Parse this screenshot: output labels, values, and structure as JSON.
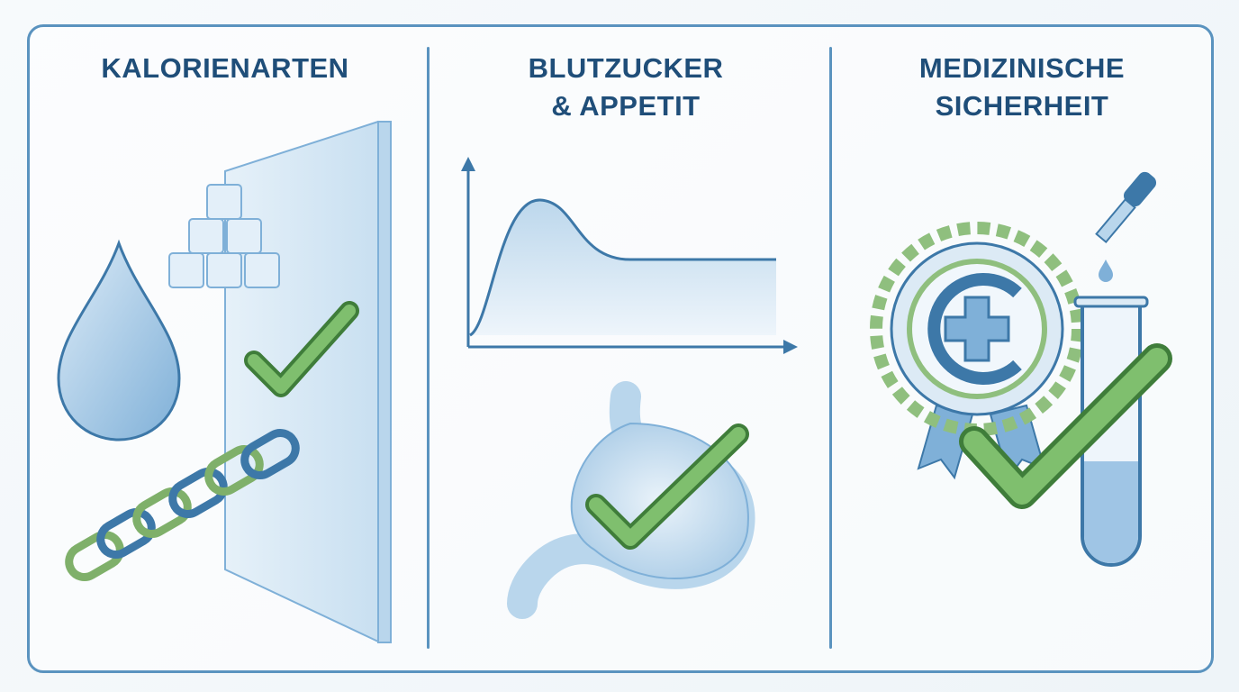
{
  "panels": [
    {
      "title_lines": [
        "KALORIENARTEN"
      ],
      "icons": [
        "water-drop-icon",
        "sugar-cubes-icon",
        "chain-icon",
        "filter-wall-icon",
        "checkmark-icon"
      ]
    },
    {
      "title_lines": [
        "BLUTZUCKER",
        "& APPETIT"
      ],
      "icons": [
        "blood-sugar-curve-icon",
        "stomach-icon",
        "checkmark-icon"
      ]
    },
    {
      "title_lines": [
        "MEDIZINISCHE",
        "SICHERHEIT"
      ],
      "icons": [
        "medical-seal-icon",
        "dropper-icon",
        "test-tube-icon",
        "checkmark-icon"
      ]
    }
  ],
  "colors": {
    "frame": "#5a93bf",
    "title": "#1f4e79",
    "check": "#6fae63",
    "blue_fill": "#b9d6ec"
  }
}
